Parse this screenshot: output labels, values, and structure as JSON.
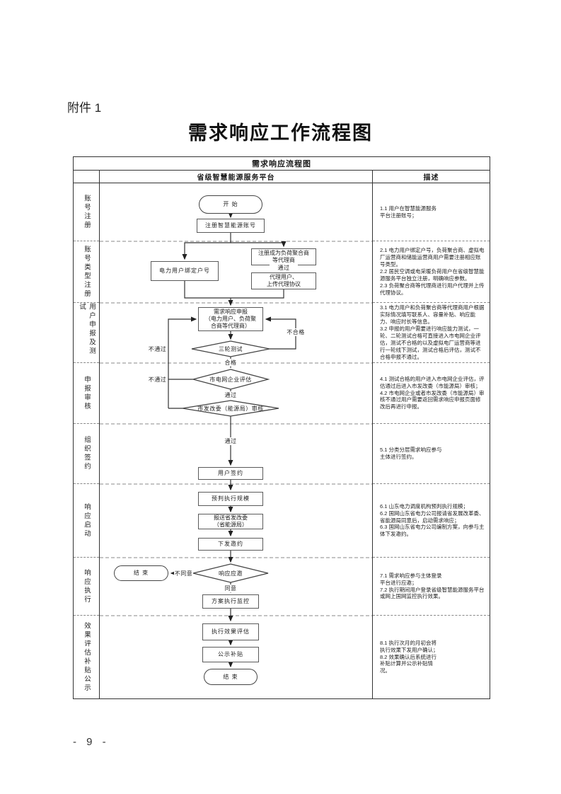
{
  "page": {
    "attachment": "附件 1",
    "title": "需求响应工作流程图",
    "page_number": "- 9 -"
  },
  "table": {
    "title": "需求响应流程图",
    "columns": {
      "platform": "省级智慧能源服务平台",
      "description": "描述"
    }
  },
  "lanes": [
    {
      "label": "账号注册"
    },
    {
      "label": "账号类型注册"
    },
    {
      "label": "用户申报及测试"
    },
    {
      "label": "申报审核"
    },
    {
      "label": "组织签约"
    },
    {
      "label": "响应启动"
    },
    {
      "label": "响应执行"
    },
    {
      "label": "效果评估补贴公示"
    }
  ],
  "flow": {
    "nodes": {
      "start": "开 始",
      "register_account": "注册智慧能源账号",
      "bind_account": "电力用户绑定户号",
      "register_agent": "注册成为负荷聚合商\n等代理商",
      "agent_user": "代理用户、\n上传代理协议",
      "declare": "需求响应申报\n（电力用户、负荷聚\n合商等代理商）",
      "test": "三轮测试",
      "grid_eval": "市电网企业评估",
      "drc_audit": "市发改委（能源局）审核",
      "sign": "用户签约",
      "predict": "预判执行规模",
      "report": "报送省发改委\n（省能源局）",
      "invite": "下发邀约",
      "respond": "响应应邀",
      "end_early": "结 束",
      "monitor": "方案执行监控",
      "effect_eval": "执行效果评估",
      "publish": "公示补贴",
      "end_final": "结 束"
    },
    "edge_labels": {
      "agent_pass": "通过",
      "test_fail": "不合格",
      "test_reject": "不通过",
      "test_pass": "合格",
      "eval_reject": "不通过",
      "eval_pass": "通过",
      "audit_pass": "通过",
      "decline": "不同意",
      "accept": "同意"
    }
  },
  "descriptions": [
    "1.1 用户在智慧能源服务\n平台注册账号；",
    "2.1 电力用户绑定户号，负荷聚合商、虚拟电厂运营商和储能运营商用户需要注册相应账号类型。\n2.2 居民空调或电采暖负荷用户在省级智慧能源服务平台独立注册，明确响应参数。\n2.3 负荷聚合商等代理商进行用户代理并上传代理协议。",
    "3.1 电力用户和负荷聚合商等代理商用户根据实际情况填写联系人、容量补贴、响应能力、响应时长等信息。\n3.2 申报的用户需要进行响应能力测试，一轮、二轮测试合格可直接进入市电网企业评估，测试不合格的以及虚拟电厂运营商等进行一轮线下测试，测试合格后评估，测试不合格申报不通过。",
    "4.1 测试合格的用户进入市电网企业评估，评估通过后进入市发改委（市能源局）审核；\n4.2 市电网企业或者市发改委（市能源局）审核不通过用户需要返回需求响应申报页面修改后再进行申报。",
    "5.1 分类分层需求响应参与\n主体进行签约。",
    "6.1 山东电力调度机构预判执行规模；\n6.2 国网山东省电力公司报请省发展改革委、省能源局同意后，启动需求响应；\n6.3 国网山东省电力公司编制方案，向参与主体下发邀约。",
    "7.1 需求响应参与主体登录\n平台进行应邀；\n7.2 执行期间用户登录省级智慧能源服务平台或网上国网监控执行效果。",
    "8.1 执行次月的月初会将\n执行效果下发用户确认；\n8.2 效果确认后系统进行\n补贴计算并公示补贴情\n况。"
  ]
}
